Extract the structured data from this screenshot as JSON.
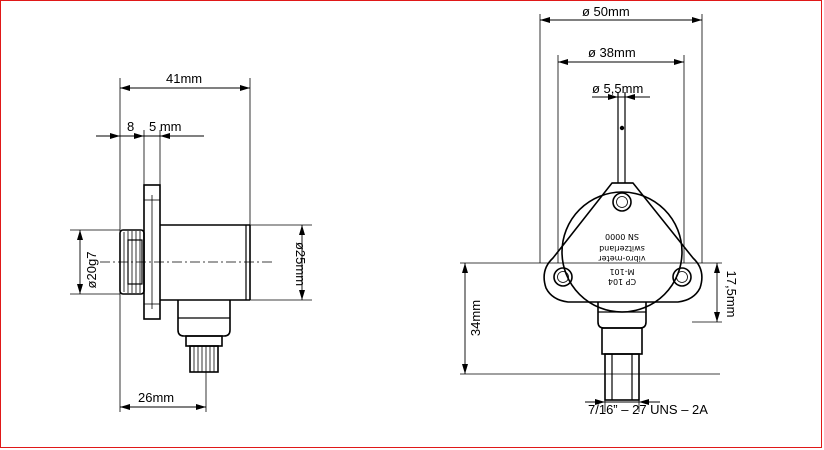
{
  "side_view": {
    "dim_overall_length": "41mm",
    "dim_flange_a": "8",
    "dim_flange_b": "5 mm",
    "dim_thread": "ø20g7",
    "dim_body_diameter": "ø25mm",
    "dim_base_length": "26mm"
  },
  "front_view": {
    "dim_outer_diameter": "ø 50mm",
    "dim_bolt_circle": "ø 38mm",
    "dim_hole": "ø 5,5mm",
    "dim_height": "34mm",
    "dim_offset": "17,5mm",
    "dim_connector_thread": "7/16” – 27 UNS – 2A",
    "plate_line_1": "CP 104",
    "plate_line_2": "M-101",
    "plate_line_3": "vibro-meter",
    "plate_line_4": "switzerland",
    "plate_line_5": "SN 0000"
  },
  "colors": {
    "frame": "#e01818",
    "ink": "#000000",
    "background": "#ffffff"
  }
}
